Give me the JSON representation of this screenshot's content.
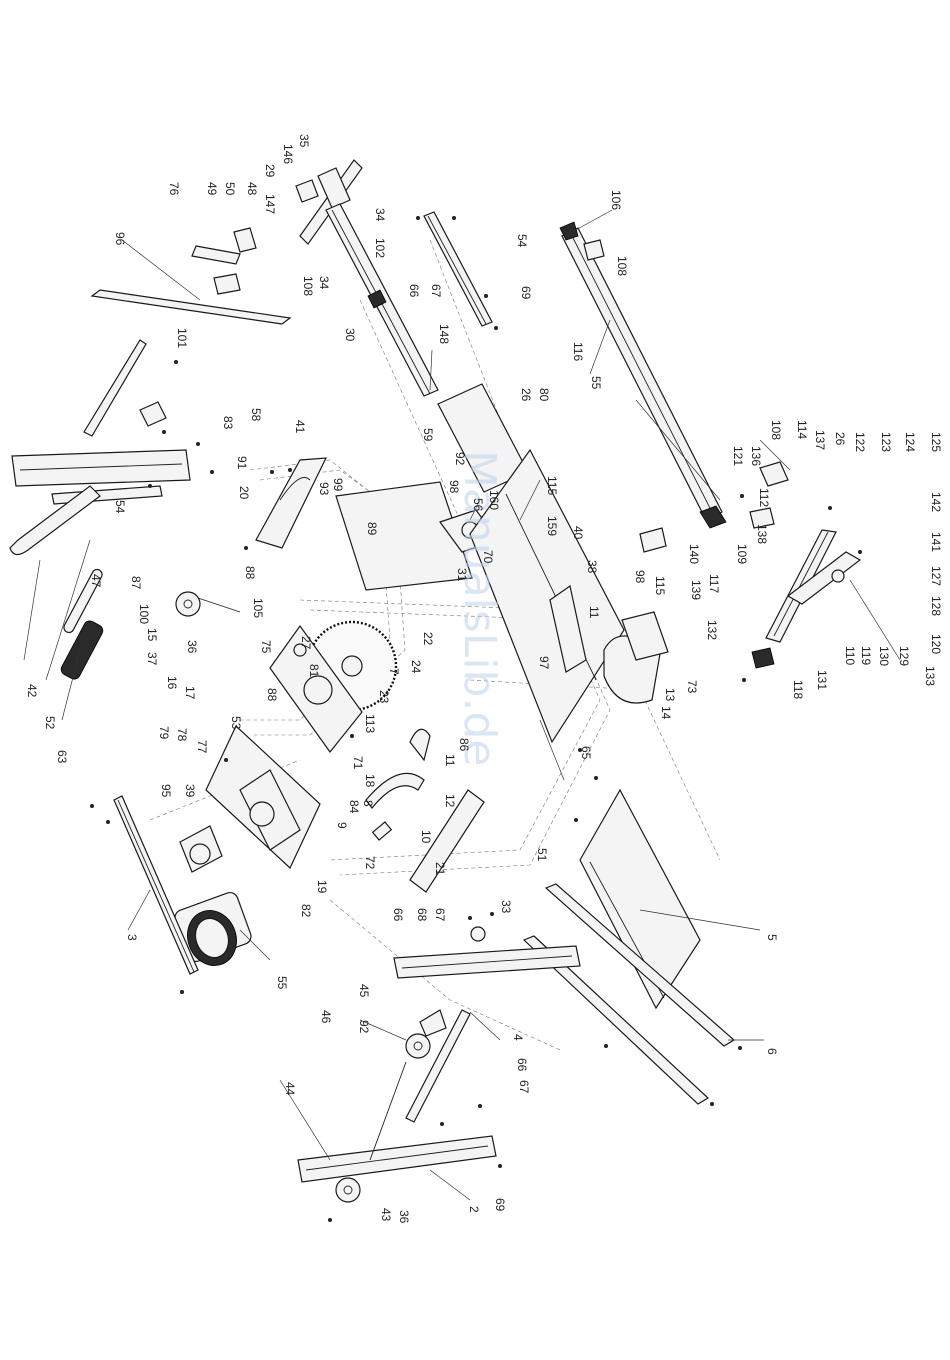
{
  "watermark": "ManualsLib.de",
  "labels": {
    "106": "106",
    "54a": "54",
    "108a": "108",
    "116": "116",
    "55a": "55",
    "35": "35",
    "146": "146",
    "29": "29",
    "147": "147",
    "48": "48",
    "50": "50",
    "49": "49",
    "76": "76",
    "96": "96",
    "34a": "34",
    "102": "102",
    "108b": "108",
    "34b": "34",
    "30": "30",
    "66a": "66",
    "67a": "67",
    "69a": "69",
    "148": "148",
    "101": "101",
    "80": "80",
    "26a": "26",
    "59": "59",
    "92a": "92",
    "98a": "98",
    "160": "160",
    "115a": "115",
    "56": "56",
    "159": "159",
    "40": "40",
    "38": "38",
    "70": "70",
    "31": "31",
    "11a": "11",
    "97": "97",
    "58": "58",
    "41": "41",
    "83": "83",
    "91": "91",
    "93": "93",
    "99": "99",
    "89": "89",
    "20": "20",
    "54b": "54",
    "47": "47",
    "108c": "108",
    "114": "114",
    "137": "137",
    "26b": "26",
    "122": "122",
    "123": "123",
    "124": "124",
    "125": "125",
    "121": "121",
    "136": "136",
    "112": "112",
    "142": "142",
    "141": "141",
    "127": "127",
    "128": "128",
    "120": "120",
    "138": "138",
    "109": "109",
    "140": "140",
    "117": "117",
    "139": "139",
    "98b": "98",
    "115b": "115",
    "132": "132",
    "118": "118",
    "131": "131",
    "110": "110",
    "119": "119",
    "130": "130",
    "129": "129",
    "133": "133",
    "88a": "88",
    "87": "87",
    "100": "100",
    "15": "15",
    "36a": "36",
    "37": "37",
    "105": "105",
    "75": "75",
    "22": "22",
    "24": "24",
    "27": "27",
    "81": "81",
    "7": "7",
    "23": "23",
    "113": "113",
    "17": "17",
    "16": "16",
    "88b": "88",
    "53": "53",
    "79": "79",
    "78": "78",
    "77": "77",
    "71": "71",
    "18": "18",
    "84": "84",
    "8": "8",
    "9": "9",
    "86": "86",
    "11b": "11",
    "12": "12",
    "10": "10",
    "72": "72",
    "21": "21",
    "73": "73",
    "13": "13",
    "14": "14",
    "65": "65",
    "51": "51",
    "42": "42",
    "52": "52",
    "63": "63",
    "95": "95",
    "39": "39",
    "3": "3",
    "55b": "55",
    "82": "82",
    "19": "19",
    "66b": "66",
    "67b": "67",
    "68": "68",
    "33": "33",
    "5": "5",
    "6": "6",
    "45": "45",
    "46": "46",
    "92b": "92",
    "4": "4",
    "66c": "66",
    "67c": "67",
    "44": "44",
    "43": "43",
    "36b": "36",
    "2": "2",
    "69b": "69"
  }
}
